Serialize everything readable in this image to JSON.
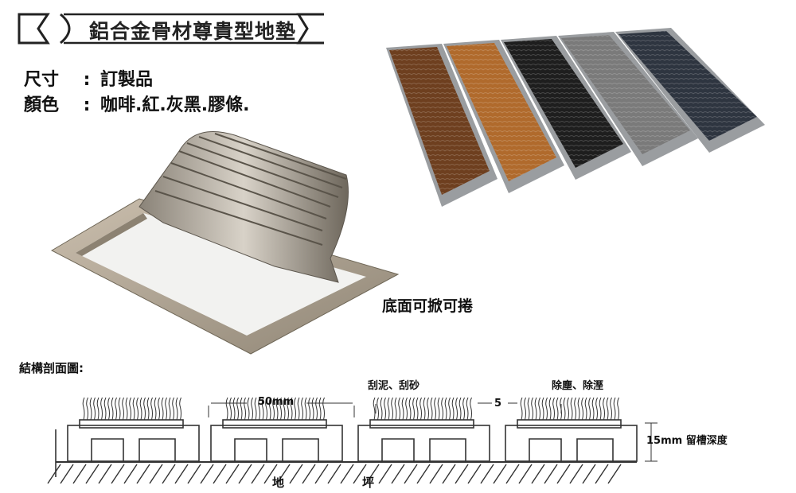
{
  "title": "鋁合金骨材尊貴型地墊",
  "specs": [
    {
      "label": "尺寸",
      "sep": ":",
      "value": "訂製品"
    },
    {
      "label": "顏色",
      "sep": ":",
      "value": "咖啡.紅.灰黑.膠條."
    }
  ],
  "photo_caption": "底面可掀可捲",
  "mat_colors": [
    "#6e3f1f",
    "#b06a2c",
    "#1e1e1e",
    "#7a7a7a",
    "#2e3540"
  ],
  "diagram": {
    "title": "結構剖面圖:",
    "width_label": "50mm",
    "gap_label": "5",
    "function_1": "刮泥、刮砂",
    "function_2": "除塵、除溼",
    "depth_label": "15mm 留槽深度",
    "ground_1": "地",
    "ground_2": "坪"
  }
}
